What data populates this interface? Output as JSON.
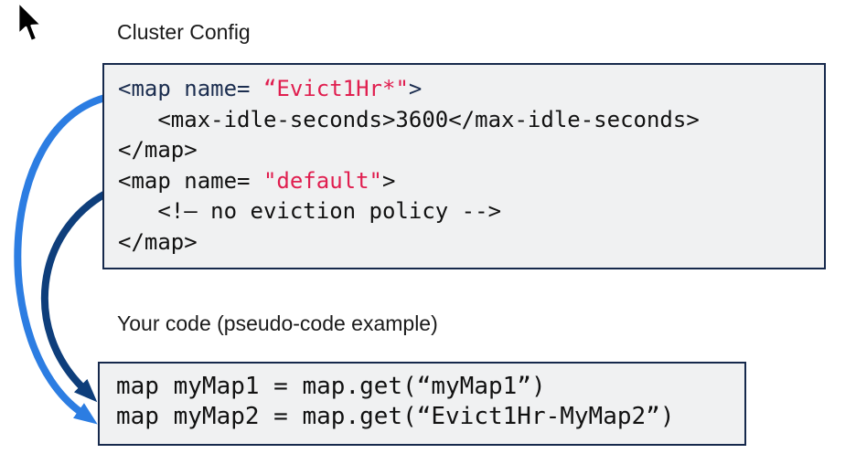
{
  "titles": {
    "cluster_config": "Cluster Config",
    "your_code": "Your code (pseudo-code example)"
  },
  "colors": {
    "code_bg": "#f0f1f2",
    "box_border": "#16294c",
    "navy_text": "#1b2d4f",
    "red_text": "#e01e4f",
    "black_text": "#111111",
    "arrow_light_blue": "#2c7de2",
    "arrow_dark_blue": "#0e3e7b"
  },
  "cluster_box": {
    "lines": [
      {
        "segments": [
          {
            "text": "<map name= ",
            "color": "navy"
          },
          {
            "text": "“Evict1Hr*\"",
            "color": "red"
          },
          {
            "text": ">",
            "color": "navy"
          }
        ]
      },
      {
        "segments": [
          {
            "text": "   <max-idle-seconds>3600</max-idle-seconds>",
            "color": "black"
          }
        ]
      },
      {
        "segments": [
          {
            "text": "</map>",
            "color": "black"
          }
        ]
      },
      {
        "segments": [
          {
            "text": "<map name= ",
            "color": "black"
          },
          {
            "text": "\"default\"",
            "color": "red"
          },
          {
            "text": ">",
            "color": "black"
          }
        ]
      },
      {
        "segments": [
          {
            "text": "   <!– no eviction policy -->",
            "color": "black"
          }
        ]
      },
      {
        "segments": [
          {
            "text": "</map>",
            "color": "black"
          }
        ]
      }
    ]
  },
  "pseudo_box": {
    "lines": [
      "map myMap1 = map.get(“myMap1”)",
      "map myMap2 = map.get(“Evict1Hr-MyMap2”)"
    ]
  },
  "arrows": [
    {
      "name": "evict1hr-wildcard-to-mymap2",
      "color": "#2c7de2"
    },
    {
      "name": "default-map-to-mymap1",
      "color": "#0e3e7b"
    }
  ]
}
